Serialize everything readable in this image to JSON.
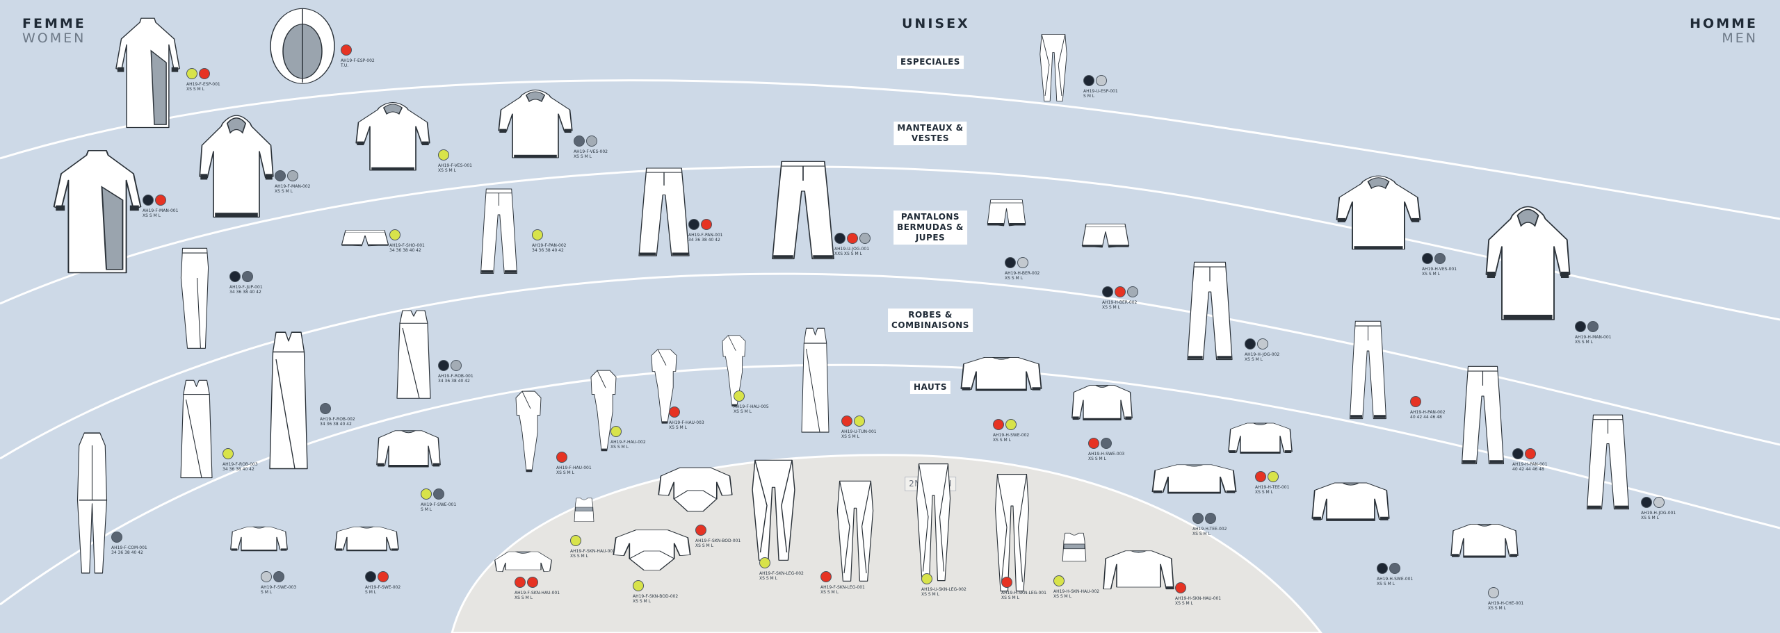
{
  "headers": {
    "left": {
      "primary": "FEMME",
      "secondary": "WOMEN"
    },
    "center": {
      "primary": "UNISEX"
    },
    "right": {
      "primary": "HOMME",
      "secondary": "MEN"
    }
  },
  "categories": {
    "especiales": "ESPECIALES",
    "manteaux": "MANTEAUX &\nVESTES",
    "pantalons": "PANTALONS\nBERMUDAS &\nJUPES",
    "robes": "ROBES &\nCOMBINAISONS",
    "hauts": "HAUTS",
    "skin": "2ND SKIN"
  },
  "colors": {
    "background": "#cdd9e7",
    "skin_zone": "#e6e5e2",
    "stroke": "#2a3138",
    "fill_gray": "#9aa4ae",
    "swatch_navy": "#1d2633",
    "swatch_red": "#e63323",
    "swatch_lime": "#d8e34a",
    "swatch_gray": "#a3acb5",
    "swatch_slate": "#5a6573",
    "swatch_silver": "#c3c9cf",
    "swatch_light": "#d5d9dd"
  },
  "items": [
    {
      "shape": "coat",
      "code": "AH19-F-ESP-001",
      "sizes": "XS S M L",
      "colors": [
        "lime",
        "red"
      ]
    },
    {
      "shape": "pod",
      "code": "AH19-F-ESP-002",
      "sizes": "T.U.",
      "colors": [
        "red"
      ]
    },
    {
      "shape": "legging",
      "code": "AH19-U-ESP-001",
      "sizes": "S M L",
      "colors": [
        "navy",
        "silver"
      ]
    },
    {
      "shape": "coat",
      "code": "AH19-F-MAN-001",
      "sizes": "XS S M L",
      "colors": [
        "navy",
        "red"
      ]
    },
    {
      "shape": "hoodie",
      "code": "AH19-F-MAN-002",
      "sizes": "XS S M L",
      "colors": [
        "slate",
        "gray"
      ]
    },
    {
      "shape": "hoodie",
      "code": "AH19-F-VES-001",
      "sizes": "XS S M L",
      "colors": [
        "lime"
      ]
    },
    {
      "shape": "hoodie",
      "code": "AH19-F-VES-002",
      "sizes": "XS S M L",
      "colors": [
        "slate",
        "gray"
      ]
    },
    {
      "shape": "skirt",
      "code": "AH19-F-JUP-001",
      "sizes": "34 36 38 40 42",
      "colors": [
        "navy",
        "slate"
      ]
    },
    {
      "shape": "shorts",
      "code": "AH19-F-SHO-001",
      "sizes": "34 36 38 40 42",
      "colors": [
        "lime"
      ]
    },
    {
      "shape": "pants",
      "code": "AH19-F-PAN-002",
      "sizes": "34 36 38 40 42",
      "colors": [
        "lime"
      ]
    },
    {
      "shape": "pants",
      "code": "AH19-F-PAN-001",
      "sizes": "34 36 38 40 42",
      "colors": [
        "navy",
        "red"
      ]
    },
    {
      "shape": "pants",
      "code": "AH19-U-JOG-001",
      "sizes": "XXS XS S M L",
      "colors": [
        "navy",
        "red",
        "gray"
      ]
    },
    {
      "shape": "shorts",
      "code": "AH19-H-BER-002",
      "sizes": "XS S M L",
      "colors": [
        "navy",
        "silver"
      ]
    },
    {
      "shape": "shorts",
      "code": "AH19-H-BER-002",
      "sizes": "XS S M L",
      "colors": [
        "navy",
        "red",
        "gray"
      ]
    },
    {
      "shape": "pants",
      "code": "AH19-H-JOG-002",
      "sizes": "XS S M L",
      "colors": [
        "navy",
        "silver"
      ]
    },
    {
      "shape": "hoodie",
      "code": "AH19-H-VES-001",
      "sizes": "XS S M L",
      "colors": [
        "navy",
        "slate"
      ]
    },
    {
      "shape": "hoodie",
      "code": "AH19-H-MAN-001",
      "sizes": "XS S M L",
      "colors": [
        "navy",
        "slate"
      ]
    },
    {
      "shape": "dress",
      "code": "AH19-F-ROB-002",
      "sizes": "34 36 38 40 42",
      "colors": [
        "slate"
      ]
    },
    {
      "shape": "dress",
      "code": "AH19-F-ROB-001",
      "sizes": "34 36 38 40 42",
      "colors": [
        "navy",
        "gray"
      ]
    },
    {
      "shape": "dress",
      "code": "AH19-F-ROB-003",
      "sizes": "34 36 38 40 42",
      "colors": [
        "lime"
      ]
    },
    {
      "shape": "jumpsuit",
      "code": "AH19-F-COM-001",
      "sizes": "34 36 38 40 42",
      "colors": [
        "slate"
      ]
    },
    {
      "shape": "top",
      "code": "AH19-F-SWE-001",
      "sizes": "S M L",
      "colors": [
        "lime",
        "slate"
      ]
    },
    {
      "shape": "top",
      "code": "AH19-F-SWE-003",
      "sizes": "S M L",
      "colors": [
        "silver",
        "slate"
      ]
    },
    {
      "shape": "top",
      "code": "AH19-F-SWE-002",
      "sizes": "S M L",
      "colors": [
        "navy",
        "red"
      ]
    },
    {
      "shape": "body",
      "code": "AH19-F-HAU-001",
      "sizes": "XS S M L",
      "colors": [
        "red"
      ]
    },
    {
      "shape": "body",
      "code": "AH19-F-HAU-002",
      "sizes": "XS S M L",
      "colors": [
        "lime"
      ]
    },
    {
      "shape": "body",
      "code": "AH19-F-HAU-003",
      "sizes": "XS S M L",
      "colors": [
        "red"
      ]
    },
    {
      "shape": "body",
      "code": "AH19-F-HAU-005",
      "sizes": "XS S M L",
      "colors": [
        "lime"
      ]
    },
    {
      "shape": "dress",
      "code": "AH19-U-TUN-001",
      "sizes": "XS S M L",
      "colors": [
        "red",
        "lime"
      ]
    },
    {
      "shape": "top",
      "code": "AH19-H-SWE-002",
      "sizes": "XS S M L",
      "colors": [
        "red",
        "lime"
      ]
    },
    {
      "shape": "top",
      "code": "AH19-H-SWE-003",
      "sizes": "XS S M L",
      "colors": [
        "red",
        "slate"
      ]
    },
    {
      "shape": "top",
      "code": "AH19-H-TEE-001",
      "sizes": "XS S M L",
      "colors": [
        "red",
        "lime"
      ]
    },
    {
      "shape": "top",
      "code": "AH19-H-TEE-002",
      "sizes": "XS S M L",
      "colors": [
        "slate",
        "slate"
      ]
    },
    {
      "shape": "pants",
      "code": "AH19-H-PAN-002",
      "sizes": "40 42 44 46 48",
      "colors": [
        "red"
      ]
    },
    {
      "shape": "pants",
      "code": "AH19-H-PAN-001",
      "sizes": "40 42 44 46 48",
      "colors": [
        "navy",
        "red"
      ]
    },
    {
      "shape": "pants",
      "code": "AH19-H-JOG-001",
      "sizes": "XS S M L",
      "colors": [
        "navy",
        "silver"
      ]
    },
    {
      "shape": "top",
      "code": "AH19-H-SWE-001",
      "sizes": "XS S M L",
      "colors": [
        "navy",
        "slate"
      ]
    },
    {
      "shape": "top",
      "code": "AH19-H-CHE-001",
      "sizes": "XS S M L",
      "colors": [
        "silver"
      ]
    },
    {
      "shape": "crop",
      "code": "AH19-F-SKN-HAU-001",
      "sizes": "XS S M L",
      "colors": [
        "red",
        "red"
      ]
    },
    {
      "shape": "tank",
      "code": "AH19-F-SKN-HAU-003",
      "sizes": "XS S M L",
      "colors": [
        "lime"
      ]
    },
    {
      "shape": "bodysuit",
      "code": "AH19-F-SKN-BOD-002",
      "sizes": "XS S M L",
      "colors": [
        "lime"
      ]
    },
    {
      "shape": "bodysuit",
      "code": "AH19-F-SKN-BOD-001",
      "sizes": "XS S M L",
      "colors": [
        "red"
      ]
    },
    {
      "shape": "legging",
      "code": "AH19-F-SKN-LEG-002",
      "sizes": "XS S M L",
      "colors": [
        "lime"
      ]
    },
    {
      "shape": "legging",
      "code": "AH19-F-SKN-LEG-001",
      "sizes": "XS S M L",
      "colors": [
        "red"
      ]
    },
    {
      "shape": "legging",
      "code": "AH19-U-SKN-LEG-002",
      "sizes": "XS S M L",
      "colors": [
        "lime"
      ]
    },
    {
      "shape": "legging",
      "code": "AH19-H-SKN-LEG-001",
      "sizes": "XS S M L",
      "colors": [
        "red"
      ]
    },
    {
      "shape": "tank",
      "code": "AH19-H-SKN-HAU-002",
      "sizes": "XS S M L",
      "colors": [
        "lime"
      ]
    },
    {
      "shape": "longsleeve",
      "code": "AH19-H-SKN-HAU-001",
      "sizes": "XS S M L",
      "colors": [
        "red"
      ]
    }
  ]
}
